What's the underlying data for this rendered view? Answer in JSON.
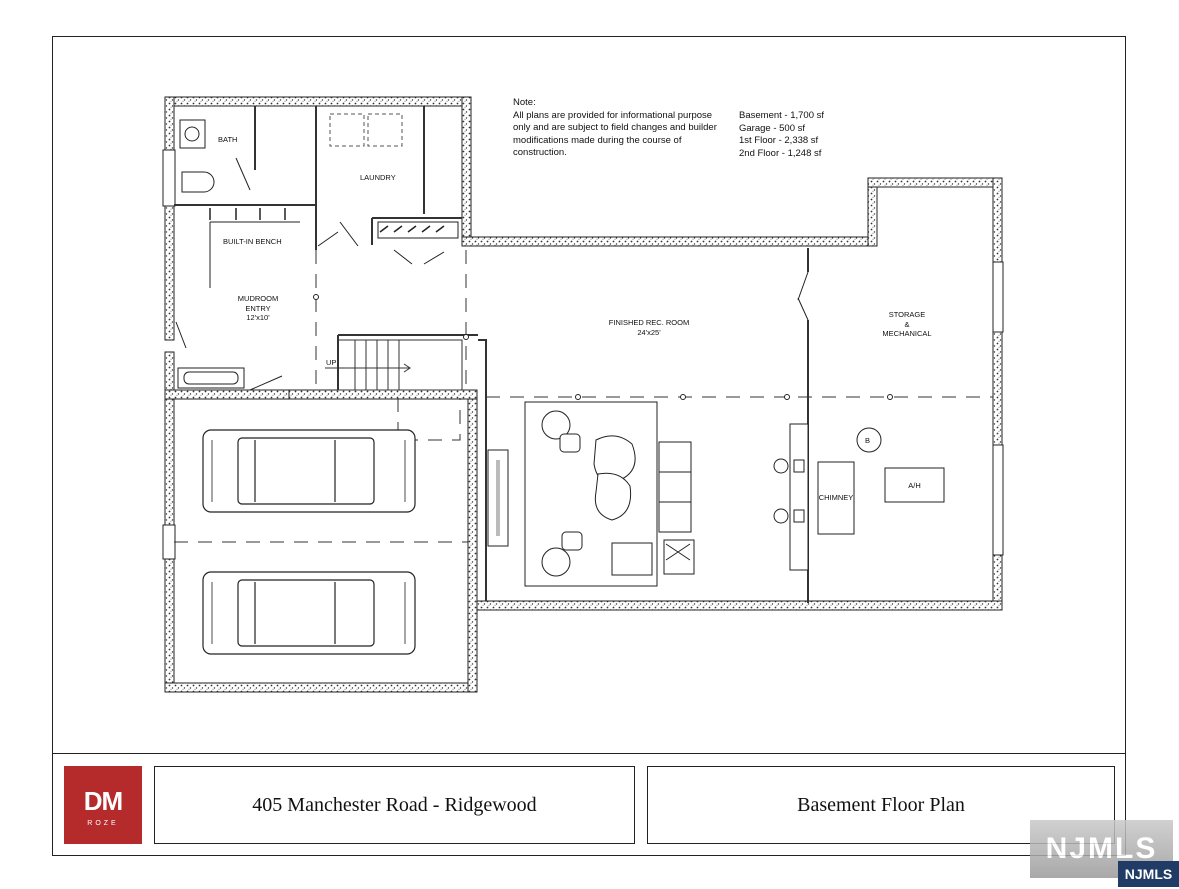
{
  "note": {
    "heading": "Note:",
    "body": "All plans are provided for informational purpose only and are subject to field changes and builder modifications made during the course of construction."
  },
  "areas": [
    "Basement - 1,700 sf",
    "Garage - 500 sf",
    "1st Floor - 2,338 sf",
    "2nd Floor - 1,248 sf"
  ],
  "rooms": {
    "bath": "BATH",
    "laundry": "LAUNDRY",
    "bench": "BUILT-IN BENCH",
    "mudroom_name": "MUDROOM",
    "mudroom_entry": "ENTRY",
    "mudroom_size": "12'x10'",
    "rec_name": "FINISHED REC. ROOM",
    "rec_size": "24'x25'",
    "storage_1": "STORAGE",
    "storage_2": "&",
    "storage_3": "MECHANICAL",
    "up": "UP",
    "chimney": "CHIMNEY",
    "boiler": "B",
    "ah": "A/H"
  },
  "title_block": {
    "logo_mark": "DM",
    "logo_sub": "ROZE",
    "address": "405 Manchester Road - Ridgewood",
    "sheet_title": "Basement Floor Plan"
  },
  "watermark": {
    "brand": "NJMLS",
    "badge": "NJMLS"
  },
  "colors": {
    "logo_red": "#b52b2b",
    "badge_blue": "#1f3b66",
    "wall_hatch": "#333333"
  }
}
